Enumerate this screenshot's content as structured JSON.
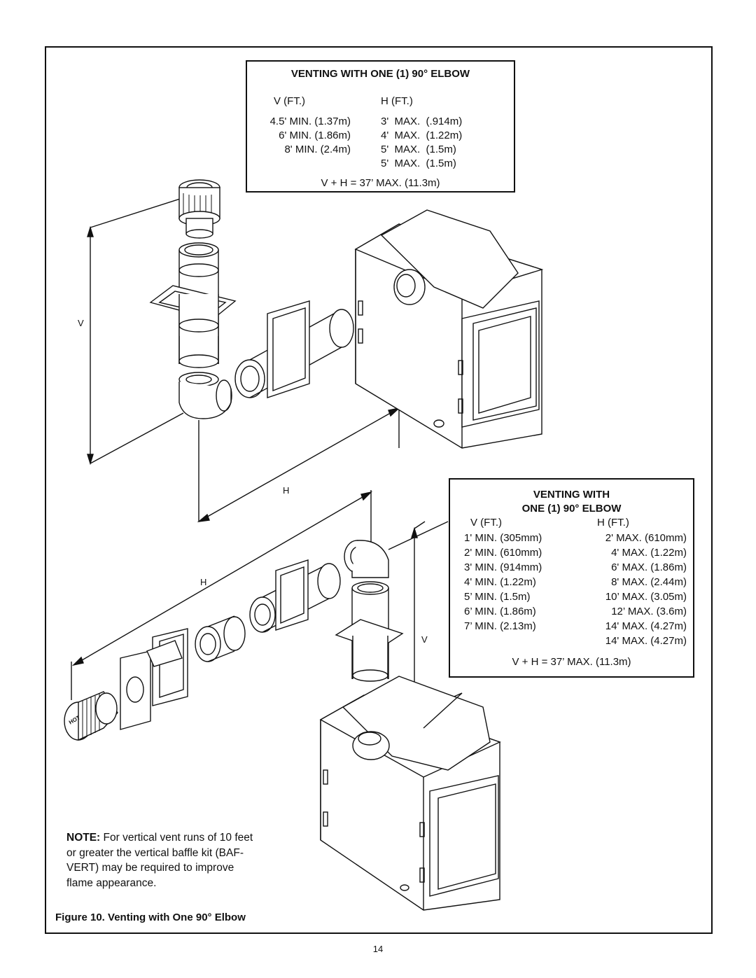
{
  "table1": {
    "title": "VENTING WITH ONE (1) 90° ELBOW",
    "v_header": "V (FT.)",
    "h_header": "H (FT.)",
    "v_values": [
      "4.5' MIN. (1.37m)",
      "6' MIN. (1.86m)",
      "8' MIN. (2.4m)"
    ],
    "h_values": [
      "3'  MAX.  (.914m)",
      "4'  MAX.  (1.22m)",
      "5'  MAX.  (1.5m)",
      "5'  MAX.  (1.5m)"
    ],
    "total": "V + H = 37’ MAX. (11.3m)"
  },
  "table2": {
    "title_line1": "VENTING WITH",
    "title_line2": "ONE (1) 90° ELBOW",
    "v_header": "V (FT.)",
    "h_header": "H (FT.)",
    "v_values": [
      "1' MIN. (305mm)",
      "2' MIN. (610mm)",
      "3' MIN. (914mm)",
      "4' MIN. (1.22m)",
      "5’ MIN. (1.5m)",
      "6’ MIN. (1.86m)",
      "7’ MIN. (2.13m)"
    ],
    "h_values": [
      "2' MAX. (610mm)",
      "4' MAX. (1.22m)",
      "6' MAX. (1.86m)",
      "8' MAX. (2.44m)",
      "10’ MAX. (3.05m)",
      "12’ MAX. (3.6m)",
      "14' MAX. (4.27m)",
      "14' MAX. (4.27m)"
    ],
    "total": "V + H = 37’ MAX. (11.3m)"
  },
  "diagram_labels": {
    "v_top": "V",
    "h_top": "H",
    "h_bottom": "H",
    "v_bottom": "V",
    "hot_label": "HOT"
  },
  "note": {
    "prefix": "NOTE:",
    "text": " For vertical vent runs of 10 feet or greater the vertical baffle kit (BAF-VERT) may be required to improve flame appearance."
  },
  "caption": "Figure 10.  Venting with One 90° Elbow",
  "page_number": "14"
}
